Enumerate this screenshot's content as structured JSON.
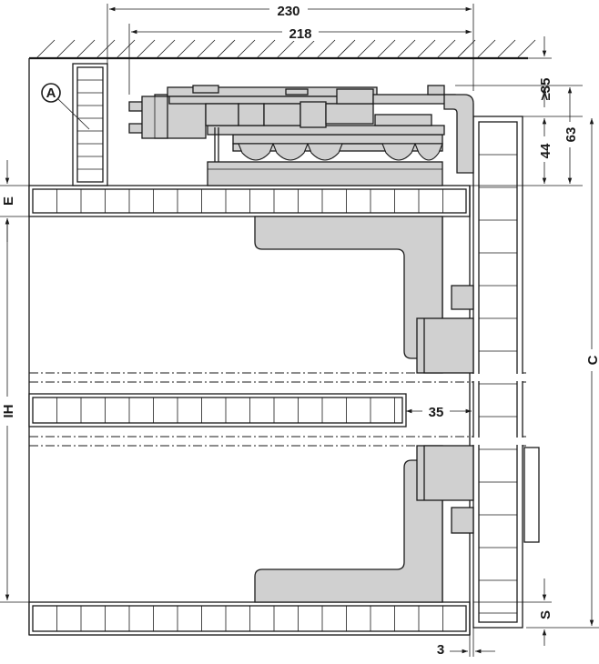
{
  "dimensions": {
    "overall_width": "230",
    "track_width": "218",
    "top_clearance": "≥35",
    "height_44": "44",
    "height_63": "63",
    "panel_gap": "35",
    "offset_3": "3",
    "e_label": "E",
    "ih_label": "IH",
    "c_label": "C",
    "s_label": "S"
  },
  "callout": {
    "label": "A"
  }
}
